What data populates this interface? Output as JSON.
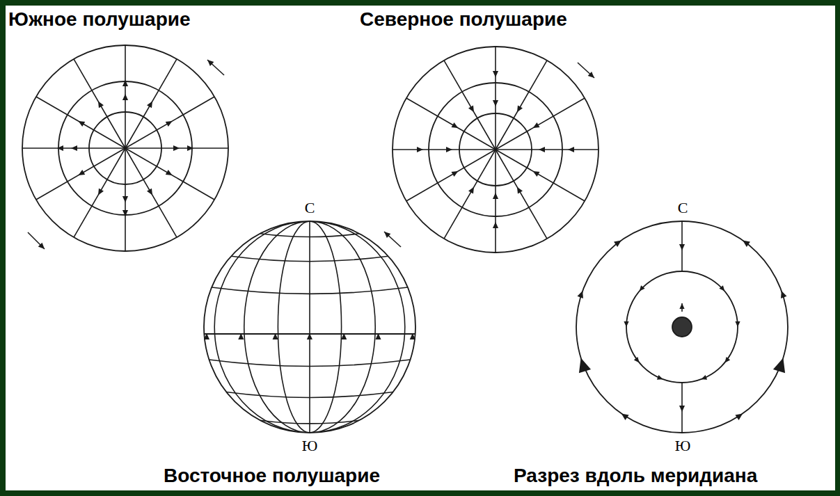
{
  "diagram": {
    "labels": [
      "Южное полушарие",
      "Северное полушарие",
      "С",
      "Ю",
      "С",
      "Ю",
      "Восточное полушарие",
      "Разрез вдоль меридиана"
    ]
  }
}
